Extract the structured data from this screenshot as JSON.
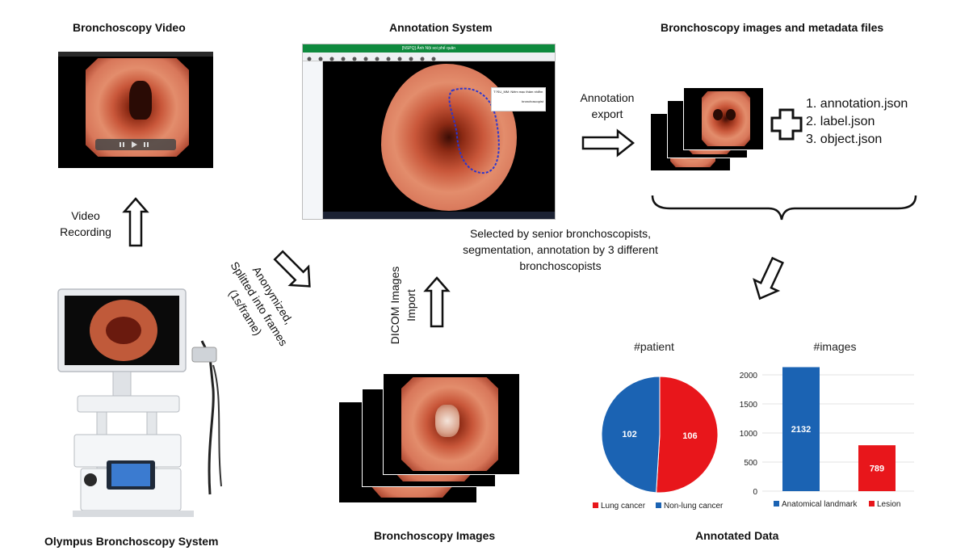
{
  "titles": {
    "video": "Bronchoscopy Video",
    "annotation": "Annotation System",
    "metadata": "Bronchoscopy images and metadata files",
    "system": "Olympus Bronchoscopy System",
    "images": "Bronchoscopy Images",
    "annotated": "Annotated Data"
  },
  "flows": {
    "video_recording": "Video\nRecording",
    "anonymized": "Anonymized,\nSplitted into frames\n(1s/frame)",
    "dicom_import": "DICOM Images\nImport",
    "annotation_export": "Annotation\nexport",
    "selection": "Selected by senior bronchoscopists,\nsegmentation, annotation by 3 different\nbronchoscopists"
  },
  "files": [
    "1. annotation.json",
    "2. label.json",
    "3. object.json"
  ],
  "annotation_ui": {
    "window_title": "[NSPQ] Ảnh Nội soi phế quản",
    "tooltip": "T?SU_MM: Niêm mạc thâm nhiễm",
    "tooltip_sub": "bronchoscopist"
  },
  "chart_data": [
    {
      "type": "pie",
      "title": "#patient",
      "categories": [
        "Lung cancer",
        "Non-lung cancer"
      ],
      "values": [
        106,
        102
      ],
      "colors": [
        "#e8161b",
        "#1b63b3"
      ],
      "legend": "bottom"
    },
    {
      "type": "bar",
      "title": "#images",
      "categories": [
        "Anatomical landmark",
        "Lesion"
      ],
      "values": [
        2132,
        789
      ],
      "colors": [
        "#1b63b3",
        "#e8161b"
      ],
      "ylim": [
        0,
        2000
      ],
      "yticks": [
        0,
        500,
        1000,
        1500,
        2000
      ],
      "grid": true,
      "legend": "bottom"
    }
  ]
}
